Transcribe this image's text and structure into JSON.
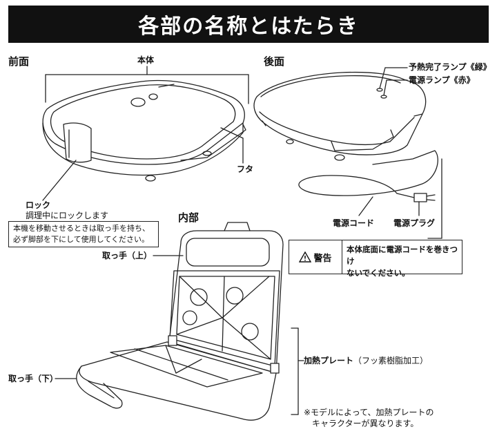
{
  "title": "各部の名称とはたらき",
  "front": {
    "heading": "前面",
    "body_label": "本体",
    "lid_label": "フタ",
    "lock_label": "ロック",
    "lock_note": "調理中にロックします",
    "move_note_line1": "本機を移動させるときは取っ手を持ち、",
    "move_note_line2": "必ず脚部を下にして使用してください。"
  },
  "back": {
    "heading": "後面",
    "preheat_lamp": "予熱完了ランプ《緑》",
    "power_lamp": "電源ランプ《赤》",
    "power_cord": "電源コード",
    "power_plug": "電源プラグ"
  },
  "warning": {
    "heading": "警告",
    "text_line1": "本体底面に電源コードを巻きつけ",
    "text_line2": "ないでください。"
  },
  "inside": {
    "heading": "内部",
    "handle_top": "取っ手（上）",
    "handle_bottom": "取っ手（下）",
    "plate_label": "加熱プレート",
    "plate_note": "（フッ素樹脂加工）"
  },
  "footnote": {
    "line1": "※モデルによって、加熱プレートの",
    "line2": "キャラクターが異なります。"
  }
}
